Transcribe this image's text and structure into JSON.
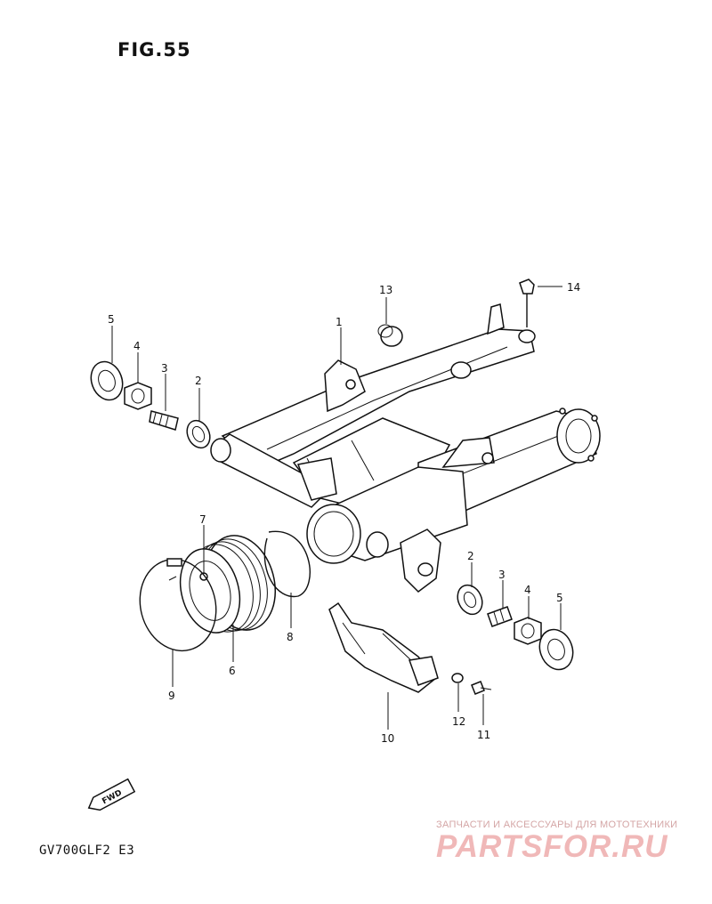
{
  "figure": {
    "title": "FIG.55"
  },
  "model_code": "GV700GLF2  E3",
  "direction_badge": {
    "label": "FWD"
  },
  "watermark": {
    "caption": "ЗАПЧАСТИ И АКСЕССУАРЫ ДЛЯ МОТОТЕХНИКИ",
    "logo": "PARTSFOR.RU"
  },
  "callouts": {
    "c1": "1",
    "c2a": "2",
    "c2b": "2",
    "c3a": "3",
    "c3b": "3",
    "c4a": "4",
    "c4b": "4",
    "c5a": "5",
    "c5b": "5",
    "c6": "6",
    "c7": "7",
    "c8": "8",
    "c9": "9",
    "c10": "10",
    "c11": "11",
    "c12": "12",
    "c13": "13",
    "c14": "14"
  },
  "colors": {
    "line": "#111111",
    "watermark": "#f0b8b8"
  }
}
